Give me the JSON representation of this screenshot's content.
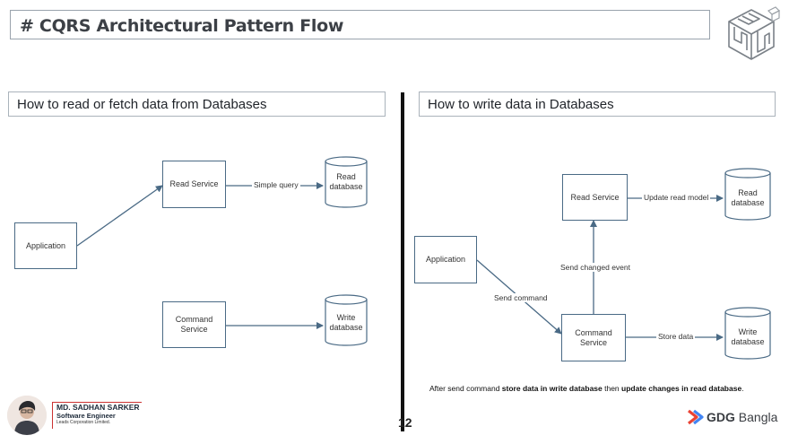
{
  "title": "# CQRS Architectural Pattern Flow",
  "left": {
    "heading": "How to read or fetch data from Databases",
    "nodes": {
      "application": "Application",
      "read_service": "Read Service",
      "read_db": [
        "Read",
        "database"
      ],
      "command_service": [
        "Command",
        "Service"
      ],
      "write_db": [
        "Write",
        "database"
      ]
    },
    "edges": {
      "simple_query": "Simple query"
    }
  },
  "right": {
    "heading": "How to write data in Databases",
    "nodes": {
      "application": "Application",
      "read_service": "Read Service",
      "read_db": [
        "Read",
        "database"
      ],
      "command_service": [
        "Command",
        "Service"
      ],
      "write_db": [
        "Write",
        "database"
      ]
    },
    "edges": {
      "update_read_model": "Update read model",
      "send_changed_event": "Send changed event",
      "send_command": "Send command",
      "store_data": "Store data"
    },
    "footnote": {
      "p1": "After send command ",
      "b1": "store data in write database",
      "p2": " then ",
      "b2": "update changes in read database",
      "p3": "."
    }
  },
  "page_number": "12",
  "author": {
    "name": "MD. SADHAN SARKER",
    "role": "Software Engineer",
    "org": "Leads Corporation Limited."
  },
  "brand": {
    "gdg": "GDG",
    "region": "Bangla"
  },
  "colors": {
    "node_border": "#4a6a85",
    "arrow": "#4a6a85",
    "logo_blue": "#4285f4",
    "logo_red": "#ea4335"
  }
}
